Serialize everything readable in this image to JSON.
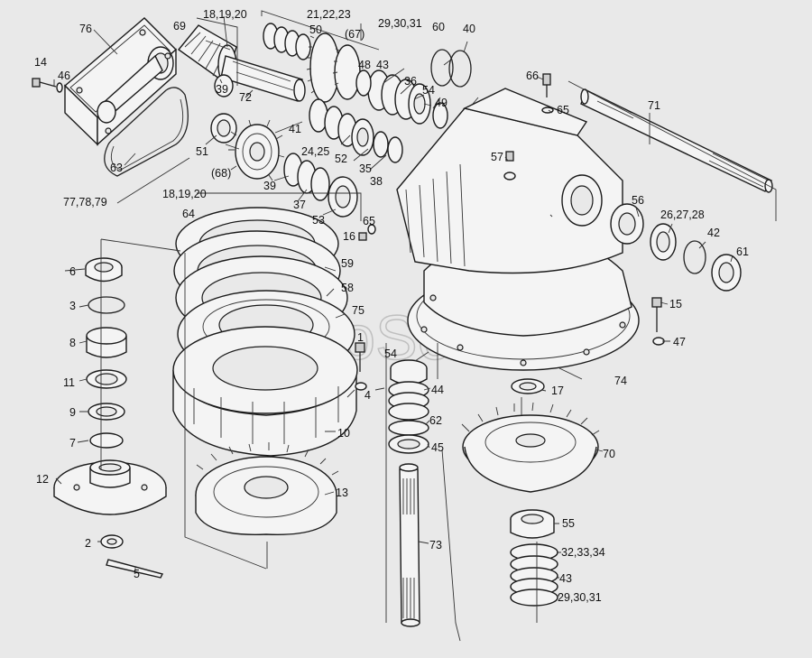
{
  "watermark": "AutoSoft",
  "labels": {
    "l76": "76",
    "l69": "69",
    "l18_19_20_top": "18,19,20",
    "l21_22_23": "21,22,23",
    "l29_30_31_top": "29,30,31",
    "l60": "60",
    "l40": "40",
    "l50": "50",
    "l67": "(67)",
    "l14": "14",
    "l46": "46",
    "l48": "48",
    "l43_top": "43",
    "l66": "66",
    "l39_top": "39",
    "l72": "72",
    "l36": "36",
    "l54_top": "54",
    "l71": "71",
    "l65_top": "65",
    "l49": "49",
    "l41": "41",
    "l51": "51",
    "l24_25": "24,25",
    "l52": "52",
    "l57": "57",
    "l68": "(68)",
    "l35": "35",
    "l38": "38",
    "l63": "63",
    "l39_mid": "39",
    "l77_78_79": "77,78,79",
    "l18_19_20_mid": "18,19,20",
    "l37": "37",
    "l56": "56",
    "l26_27_28": "26,27,28",
    "l64": "64",
    "l53": "53",
    "l65_mid": "65",
    "l16": "16",
    "l42": "42",
    "l61": "61",
    "l6": "6",
    "l59": "59",
    "l58": "58",
    "l3": "3",
    "l15": "15",
    "l75": "75",
    "l8": "8",
    "l47": "47",
    "l1": "1",
    "l54_mid": "54",
    "l74": "74",
    "l11": "11",
    "l44": "44",
    "l17": "17",
    "l9": "9",
    "l4": "4",
    "l62": "62",
    "l10": "10",
    "l7": "7",
    "l45": "45",
    "l70": "70",
    "l12": "12",
    "l13": "13",
    "l2": "2",
    "l73": "73",
    "l55": "55",
    "l5": "5",
    "l32_33_34": "32,33,34",
    "l43_bot": "43",
    "l29_30_31_bot": "29,30,31"
  }
}
